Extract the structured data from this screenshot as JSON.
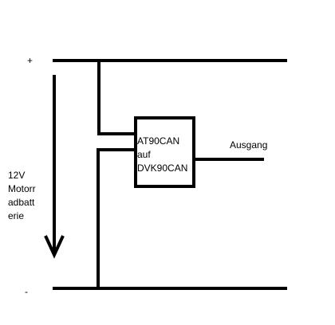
{
  "labels": {
    "plus": "+",
    "minus": "-",
    "battery": [
      "12V",
      "Motorr",
      "adbatt",
      "erie"
    ],
    "chip": [
      "AT90CAN",
      "auf",
      "DVK90CAN"
    ],
    "output": "Ausgang"
  },
  "colors": {
    "background": "#ffffff",
    "stroke": "#000000"
  }
}
